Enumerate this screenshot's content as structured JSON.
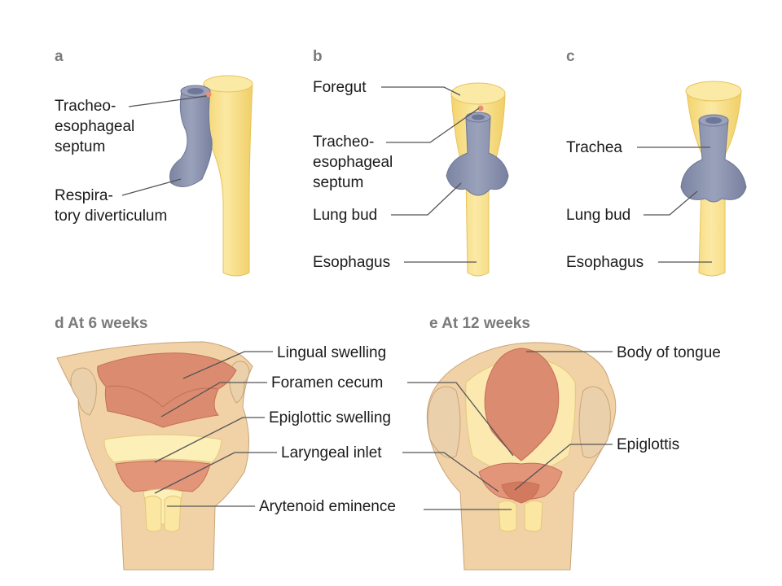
{
  "panels": {
    "a": {
      "letter": "a",
      "labels": {
        "septum": [
          "Tracheo-",
          "esophageal",
          "septum"
        ],
        "diverticulum": [
          "Respira-",
          "tory diverticulum"
        ]
      }
    },
    "b": {
      "letter": "b",
      "labels": {
        "foregut": "Foregut",
        "septum": [
          "Tracheo-",
          "esophageal",
          "septum"
        ],
        "lung_bud": "Lung bud",
        "esophagus": "Esophagus"
      }
    },
    "c": {
      "letter": "c",
      "labels": {
        "trachea": "Trachea",
        "lung_bud": "Lung bud",
        "esophagus": "Esophagus"
      }
    },
    "d": {
      "title": "d  At 6 weeks",
      "labels": {
        "lingual_swelling": "Lingual swelling",
        "foramen_cecum": "Foramen cecum",
        "epiglottic_swelling": "Epiglottic swelling",
        "laryngeal_inlet": "Laryngeal inlet",
        "arytenoid_eminence": "Arytenoid eminence"
      }
    },
    "e": {
      "title": "e  At 12 weeks",
      "labels": {
        "body_of_tongue": "Body of tongue",
        "epiglottis": "Epiglottis"
      }
    }
  },
  "colors": {
    "esophagus_yellow": "#f6dc82",
    "yellow_highlight": "#fcefb8",
    "respiratory_blue": "#8992ad",
    "tongue_red": "#db8b6f",
    "wall_tan": "#f0d2a6"
  }
}
